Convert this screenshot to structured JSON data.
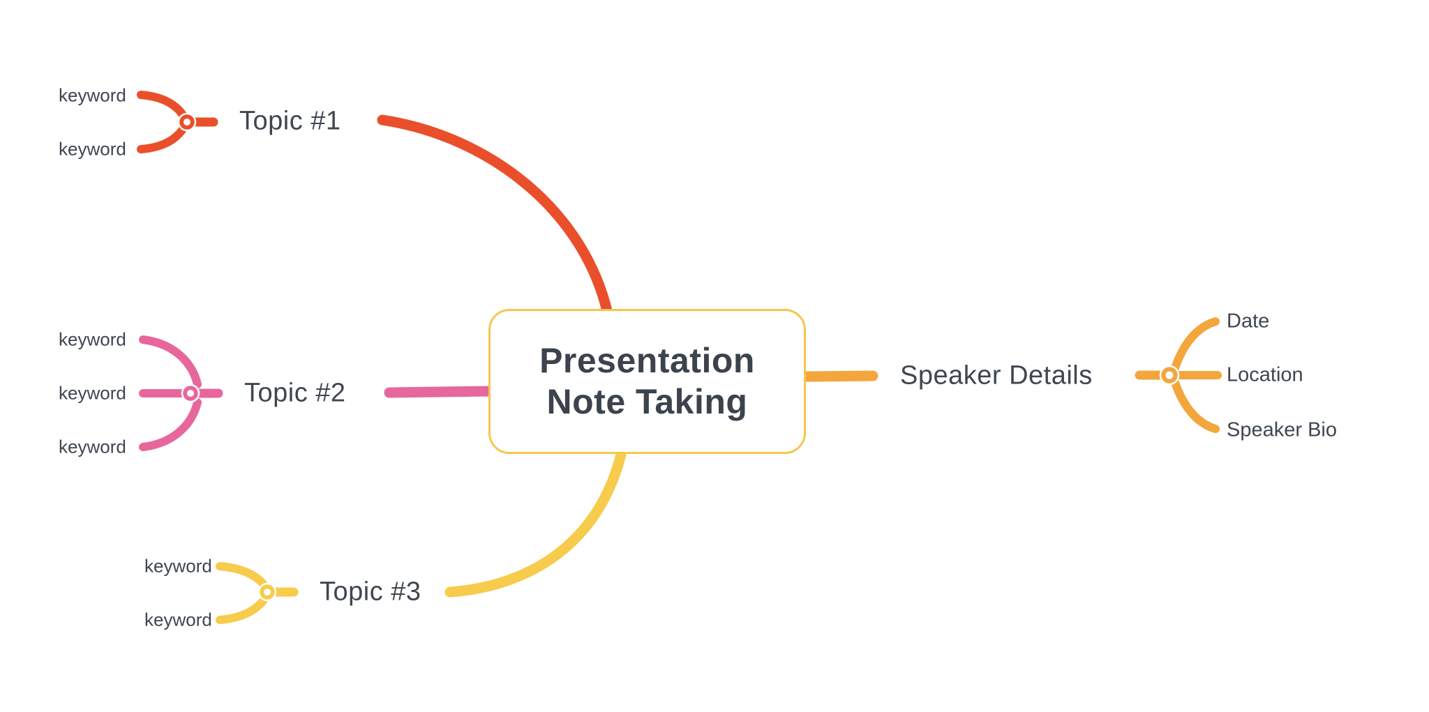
{
  "central": {
    "title": "Presentation\nNote Taking",
    "border_color": "#F7C64B",
    "text_color": "#3C434D"
  },
  "branches": [
    {
      "label": "Topic #1",
      "color": "#EA4F2B",
      "keywords": [
        "keyword",
        "keyword"
      ]
    },
    {
      "label": "Topic #2",
      "color": "#E7679D",
      "keywords": [
        "keyword",
        "keyword",
        "keyword"
      ]
    },
    {
      "label": "Topic #3",
      "color": "#F7CB4B",
      "keywords": [
        "keyword",
        "keyword"
      ]
    },
    {
      "label": "Speaker Details",
      "color": "#F3A63C",
      "children": [
        "Date",
        "Location",
        "Speaker Bio"
      ]
    }
  ],
  "text_color": "#3F4650",
  "background": "#FFFFFF"
}
